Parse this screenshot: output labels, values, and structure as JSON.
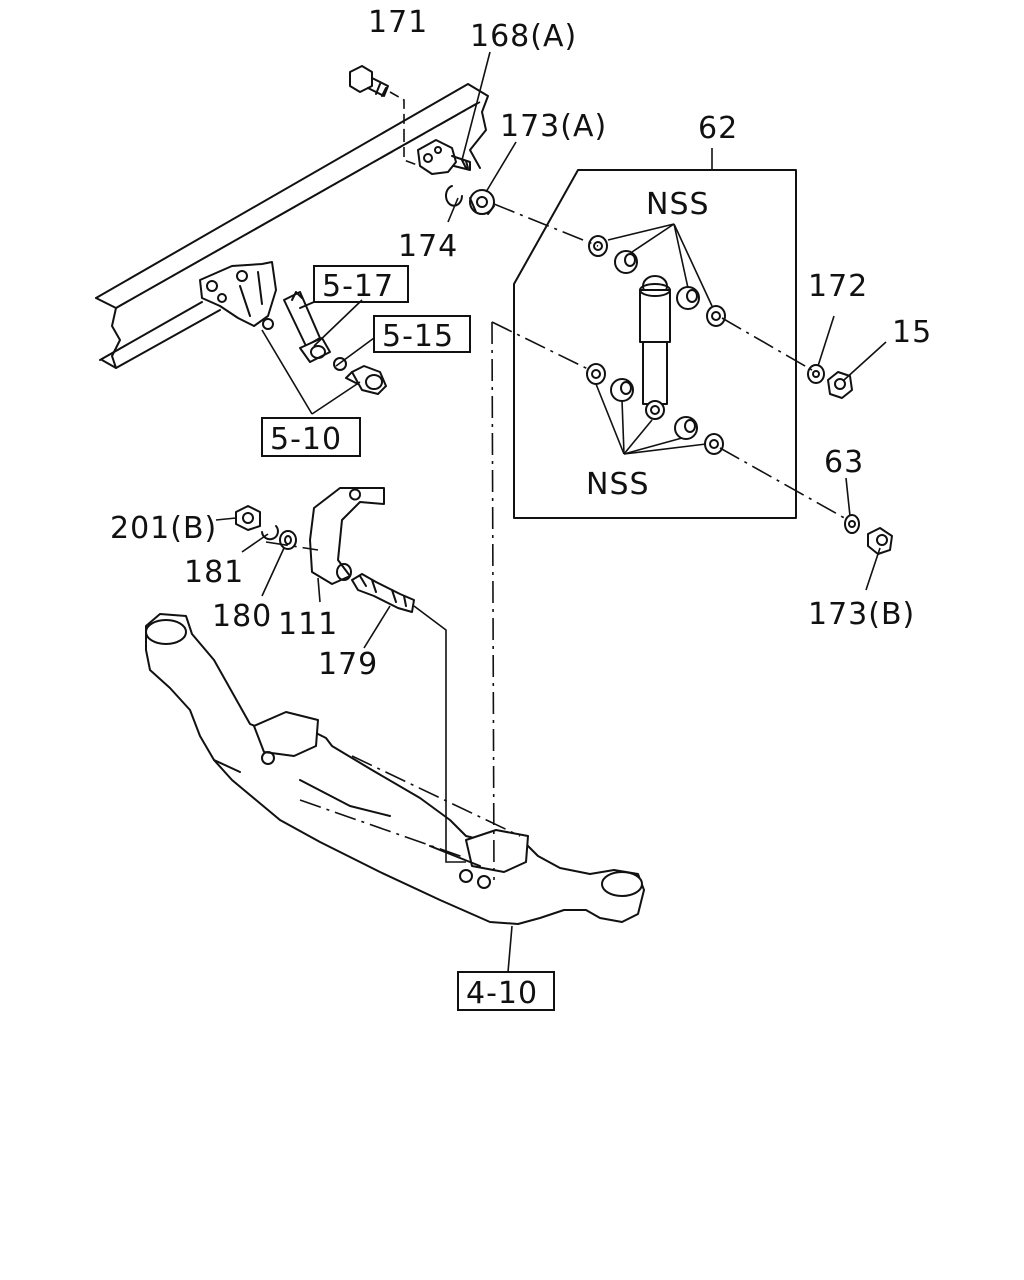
{
  "callouts": {
    "c171": "171",
    "c168a": "168(A)",
    "c173a": "173(A)",
    "c62": "62",
    "c174": "174",
    "nss_top": "NSS",
    "c172": "172",
    "c15": "15",
    "nss_bottom": "NSS",
    "c63": "63",
    "c201b": "201(B)",
    "c181": "181",
    "c180": "180",
    "c111": "111",
    "c179": "179",
    "c173b": "173(B)"
  },
  "references": {
    "r517": "5-17",
    "r515": "5-15",
    "r510": "5-10",
    "r410": "4-10"
  },
  "colors": {
    "ink": "#111111",
    "background": "#ffffff"
  }
}
